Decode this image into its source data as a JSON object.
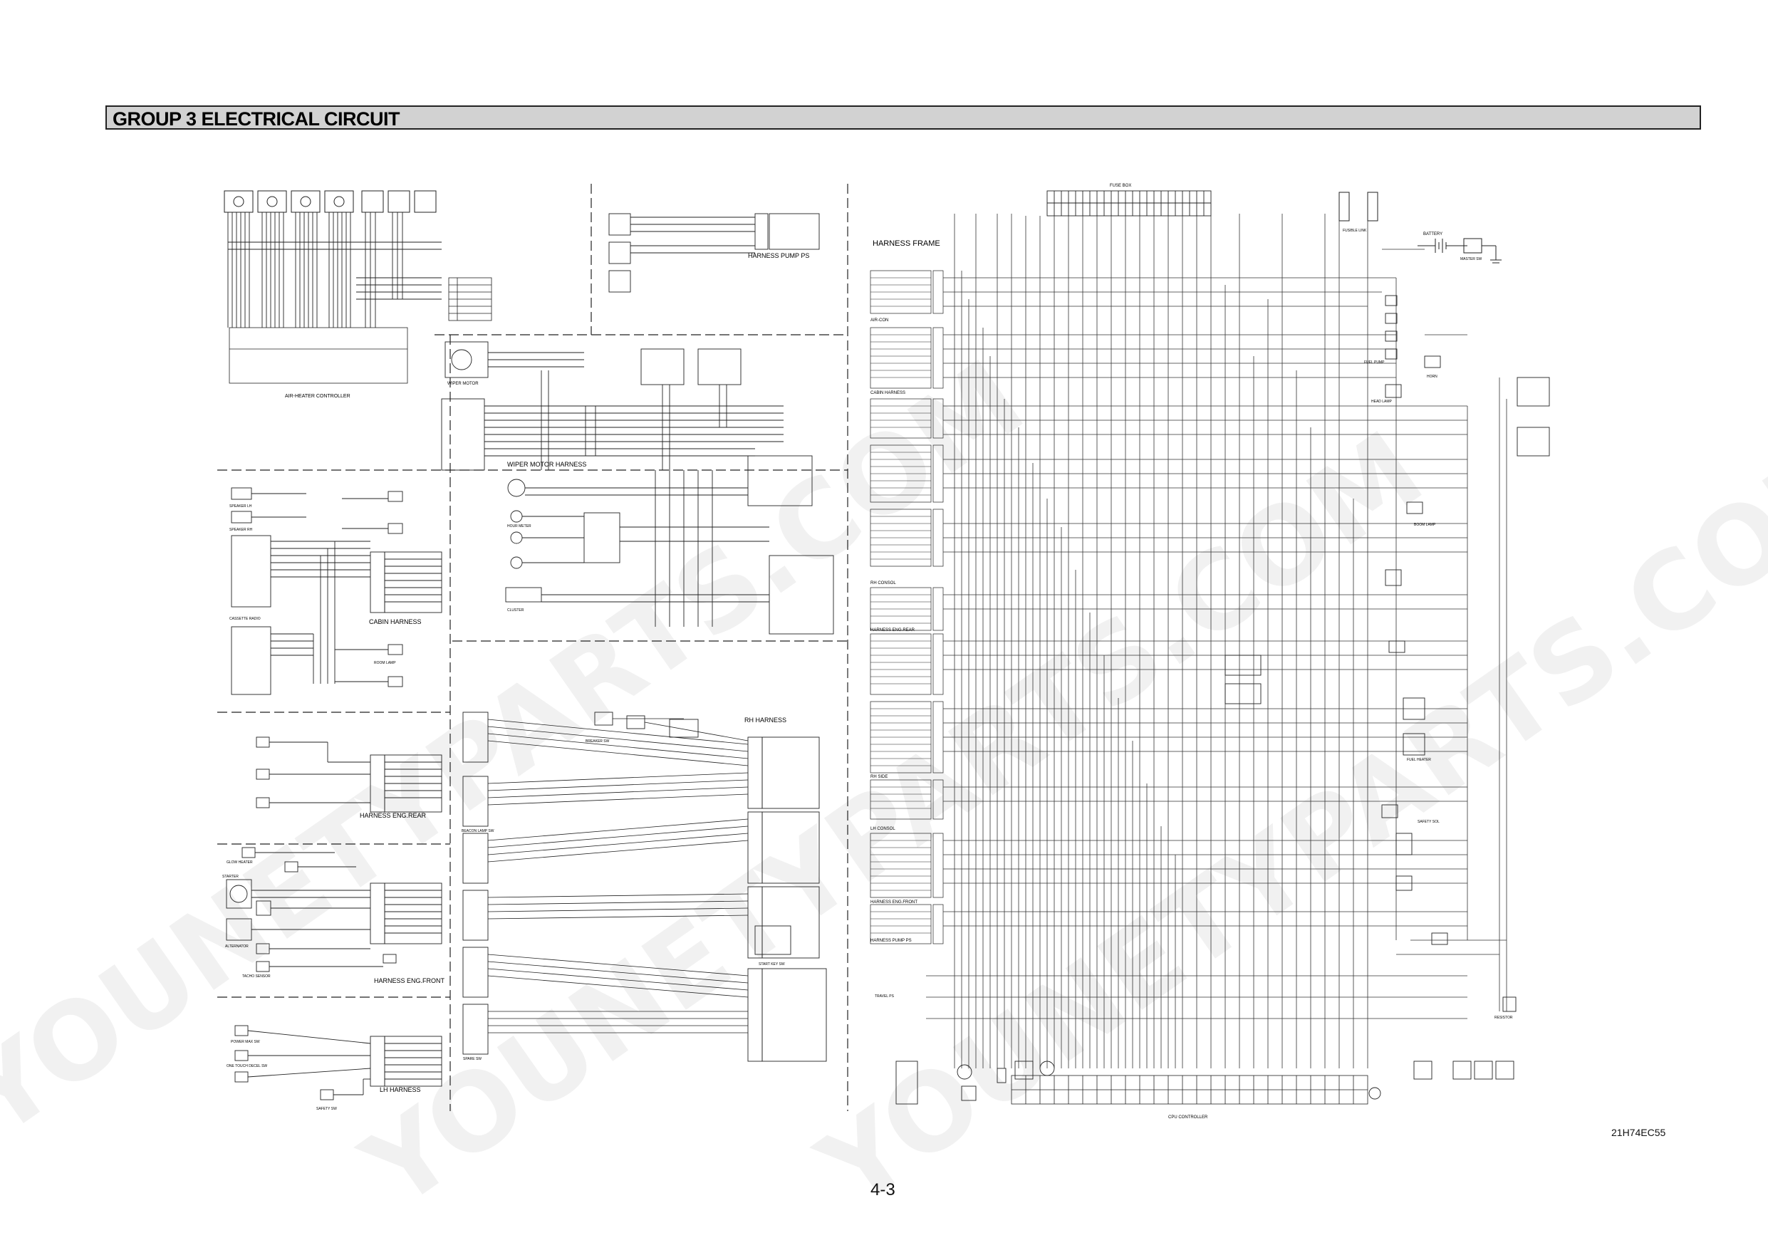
{
  "header": {
    "title": "GROUP  3  ELECTRICAL CIRCUIT"
  },
  "harness_labels": {
    "pump_ps_top": "HARNESS PUMP PS",
    "frame": "HARNESS FRAME",
    "wiper": "WIPER MOTOR HARNESS",
    "cabin": "CABIN HARNESS",
    "rh": "RH HARNESS",
    "eng_rear": "HARNESS ENG.REAR",
    "eng_front": "HARNESS ENG.FRONT",
    "lh": "LH HARNESS"
  },
  "frame_sections": [
    "AIR-CON",
    "CABIN HARNESS",
    "RH CONSOL",
    "HARNESS ENG.REAR",
    "RH SIDE",
    "LH CONSOL",
    "HARNESS ENG.FRONT",
    "HARNESS PUMP PS"
  ],
  "component_labels": {
    "fuse_box": "FUSE BOX",
    "battery": "BATTERY",
    "master_sw": "MASTER SW",
    "fusible_link": "FUSIBLE LINK",
    "wiper_motor": "WIPER MOTOR",
    "hour_meter": "HOUR METER",
    "cluster": "CLUSTER",
    "alternator": "ALTERNATOR",
    "starter": "STARTER",
    "cpu_controller": "CPU CONTROLLER",
    "aircon_controller": "AIR-HEATER CONTROLLER",
    "head_lamp": "HEAD LAMP",
    "boom_lamp": "BOOM LAMP",
    "horn": "HORN",
    "fuel_pump": "FUEL PUMP",
    "safety_sol": "SAFETY SOL",
    "start_key_sw": "START KEY SW",
    "resistor": "RESISTOR",
    "speaker_lh": "SPEAKER LH",
    "speaker_rh": "SPEAKER RH",
    "cassette_radio": "CASSETTE RADIO",
    "room_lamp": "ROOM LAMP",
    "breaker_sw": "BREAKER SW",
    "beacon_lamp_sw": "BEACON LAMP SW",
    "spare_sw": "SPARE SW",
    "fuel_heater": "FUEL HEATER",
    "travel_ps": "TRAVEL PS",
    "safety_sw": "SAFETY SW",
    "glow_heater": "GLOW HEATER",
    "tacho_sensor": "TACHO SENSOR",
    "power_max_sw": "POWER MAX SW",
    "one_touch_decel": "ONE TOUCH DECEL SW"
  },
  "footer": {
    "code": "21H74EC55",
    "page": "4-3"
  },
  "watermark": {
    "text": "YOUNETYPARTS.COM"
  }
}
